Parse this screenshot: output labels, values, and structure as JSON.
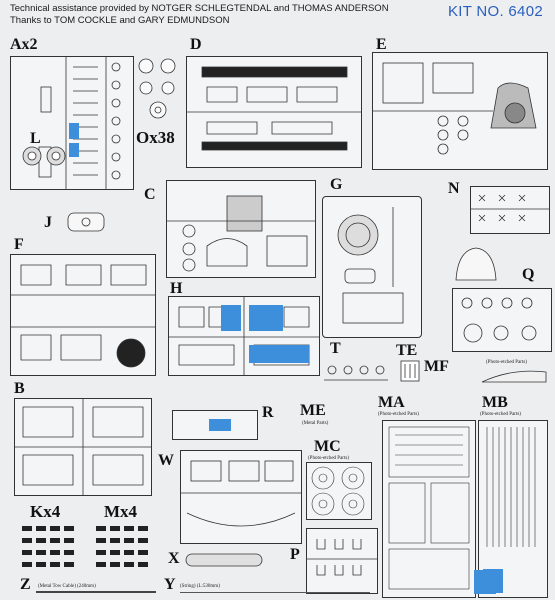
{
  "header": {
    "credit_line1": "Technical assistance provided by NOTGER SCHLEGTENDAL and THOMAS ANDERSON",
    "credit_line2": "Thanks to TOM COCKLE and GARY EDMUNDSON",
    "kit_number": "KIT NO. 6402"
  },
  "sprues": {
    "ax2": "Ax2",
    "d": "D",
    "e": "E",
    "l": "L",
    "ox38": "Ox38",
    "c": "C",
    "g": "G",
    "n": "N",
    "j": "J",
    "f": "F",
    "h": "H",
    "q": "Q",
    "t": "T",
    "te": "TE",
    "mf": "MF",
    "mf_sub": "(Photo-etched Parts)",
    "b": "B",
    "me": "ME",
    "me_sub": "(Metal Parts)",
    "ma": "MA",
    "ma_sub": "(Photo-etched Parts)",
    "mb": "MB",
    "mb_sub": "(Photo-etched Parts)",
    "r": "R",
    "mc": "MC",
    "mc_sub": "(Photo-etched Parts)",
    "kx4": "Kx4",
    "mx4": "Mx4",
    "w": "W",
    "x": "X",
    "p": "P",
    "z": "Z",
    "z_sub": "(Metal Tow Cable) (240mm)",
    "y": "Y",
    "y_sub": "(String) (L:530mm)"
  },
  "colors": {
    "highlight": "#3d8fdc",
    "kit_number": "#2a5fc0"
  }
}
